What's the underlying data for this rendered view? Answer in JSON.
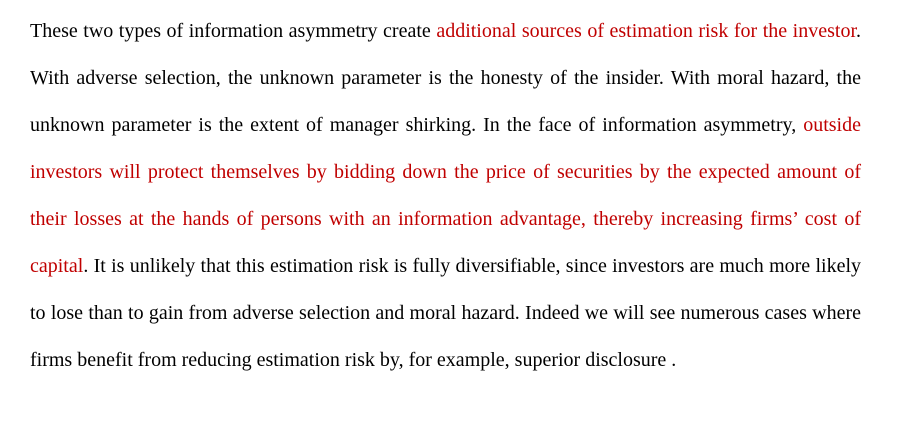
{
  "paragraph": {
    "segments": [
      {
        "text": "These two types of information asymmetry create ",
        "highlight": false
      },
      {
        "text": "additional sources of estimation risk for the investor",
        "highlight": true
      },
      {
        "text": ". With adverse selection, the unknown parameter is the honesty of the insider. With moral hazard, the unknown parameter is the extent of manager shirking. In the face of information asymmetry, ",
        "highlight": false
      },
      {
        "text": "outside investors will protect themselves by bidding down the price of securities by the expected amount of their losses at the hands of persons with an information advantage, thereby increasing firms’ cost of capital",
        "highlight": true
      },
      {
        "text": ". It is unlikely that this estimation risk is fully diversifiable, since investors are much more likely to lose than to gain from adverse selection and moral hazard. Indeed we will see numerous cases where firms benefit from reducing estimation risk by, for example, superior disclosure .",
        "highlight": false
      }
    ]
  },
  "colors": {
    "text": "#000000",
    "highlight": "#c00000",
    "background": "#ffffff"
  }
}
